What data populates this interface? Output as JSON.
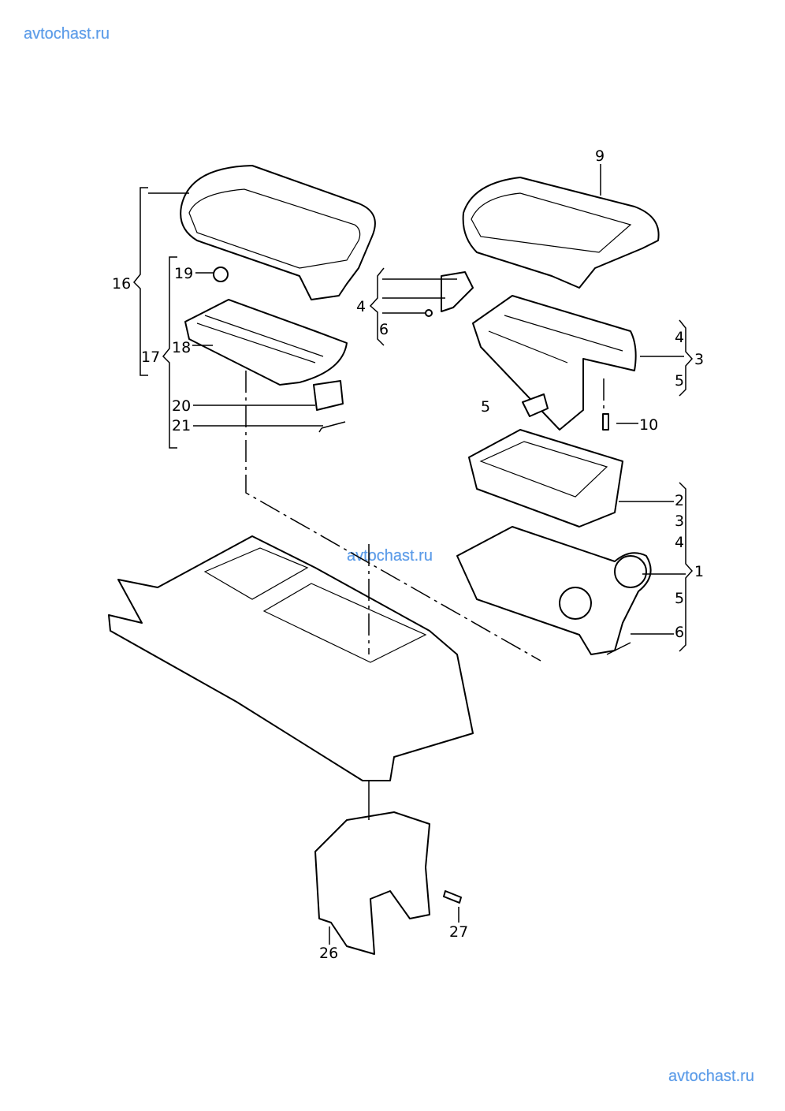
{
  "watermarks": [
    "avtochast.ru",
    "avtochast.ru",
    "avtochast.ru"
  ],
  "callouts": {
    "c9": "9",
    "c16": "16",
    "c19": "19",
    "c17": "17",
    "c18": "18",
    "c20": "20",
    "c21": "21",
    "c4a": "4",
    "c6a": "6",
    "c4b": "4",
    "c3a": "3",
    "c5a": "5",
    "c5b": "5",
    "c10": "10",
    "c2": "2",
    "c3b": "3",
    "c4c": "4",
    "c1": "1",
    "c5c": "5",
    "c6b": "6",
    "c26": "26",
    "c27": "27"
  }
}
